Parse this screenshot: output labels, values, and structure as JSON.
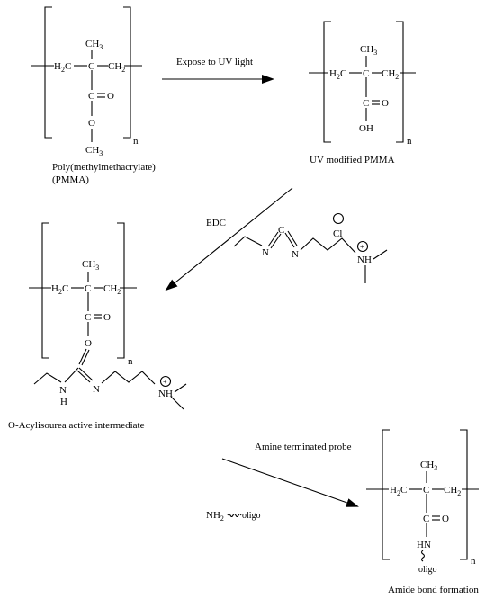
{
  "structures": {
    "pmma": {
      "ch3": "CH",
      "ch3_sub": "3",
      "c": "C",
      "h2c": "H",
      "h2c_sub": "2",
      "h2c_c": "C",
      "ch2": "CH",
      "ch2_sub": "2",
      "c_carbonyl": "C",
      "o_dbl": "O",
      "o_single": "O",
      "och3": "CH",
      "och3_sub": "3",
      "n": "n",
      "name": "Poly(methylmethacrylate)",
      "abbr": "(PMMA)"
    },
    "uv_pmma": {
      "ch3": "CH",
      "ch3_sub": "3",
      "c": "C",
      "h2c": "H",
      "h2c_sub": "2",
      "h2c_c": "C",
      "ch2": "CH",
      "ch2_sub": "2",
      "c_carbonyl": "C",
      "o_dbl": "O",
      "oh": "OH",
      "n": "n",
      "name": "UV modified PMMA"
    },
    "edc": {
      "c": "C",
      "n1": "N",
      "n2": "N",
      "nh": "NH",
      "plus": "+",
      "cl": "Cl",
      "minus": "−"
    },
    "intermediate": {
      "ch3": "CH",
      "ch3_sub": "3",
      "c": "C",
      "h2c": "H",
      "h2c_sub": "2",
      "h2c_c": "C",
      "ch2": "CH",
      "ch2_sub": "2",
      "c_carbonyl": "C",
      "o_dbl": "O",
      "o_single": "O",
      "n": "n",
      "iso_n": "N",
      "iso_h": "H",
      "iso_n2": "N",
      "nh": "NH",
      "plus": "+",
      "name": "O-Acylisourea active intermediate"
    },
    "amide": {
      "ch3": "CH",
      "ch3_sub": "3",
      "c": "C",
      "h2c": "H",
      "h2c_sub": "2",
      "h2c_c": "C",
      "ch2": "CH",
      "ch2_sub": "2",
      "c_carbonyl": "C",
      "o_dbl": "O",
      "hn": "HN",
      "oligo": "oligo",
      "n": "n",
      "name": "Amide bond formation"
    }
  },
  "arrows": {
    "uv": "Expose to UV light",
    "edc": "EDC",
    "amine_probe": "Amine terminated probe",
    "nh2_oligo": "NH",
    "nh2_sub": "2",
    "nh2_tail": "oligo"
  }
}
